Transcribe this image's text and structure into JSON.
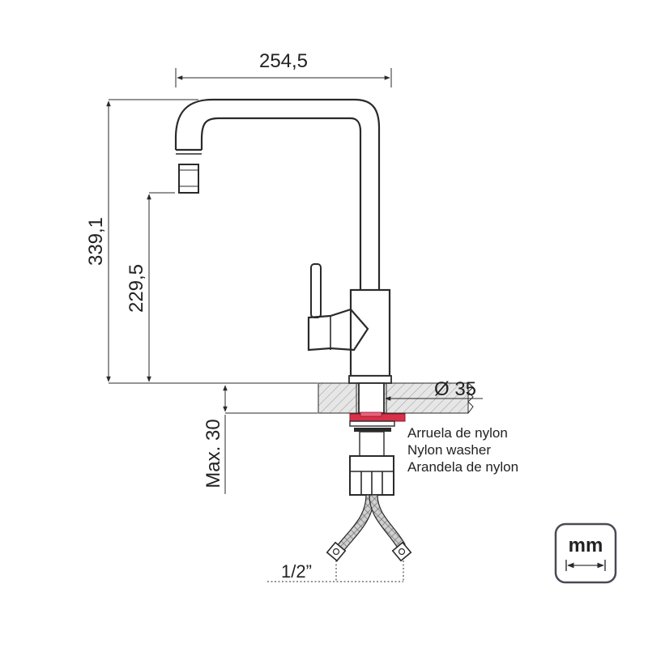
{
  "dimensions": {
    "spout_reach": "254,5",
    "total_height": "339,1",
    "spout_height": "229,5",
    "hole_diameter": "Ø 35",
    "max_counter_thickness": "Max. 30",
    "connection_thread": "1/2”"
  },
  "washer_labels": [
    "Arruela de nylon",
    "Nylon washer",
    "Arandela de nylon"
  ],
  "unit_badge": {
    "label": "mm"
  },
  "colors": {
    "line": "#2a2a2a",
    "washer": "#d9304a",
    "counter_fill": "#e3e3e3",
    "hose_fill": "#bdbdbd"
  }
}
